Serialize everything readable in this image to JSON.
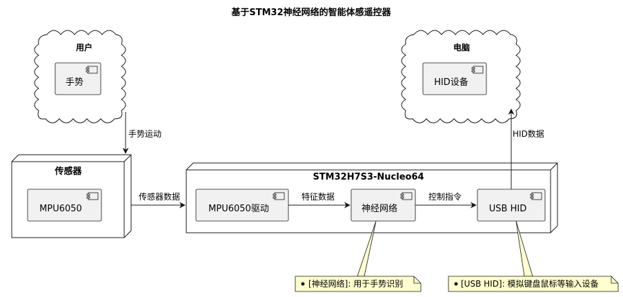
{
  "title": "基于STM32神经网络的智能体感遥控器",
  "clouds": {
    "user": {
      "label": "用户",
      "component": "手势"
    },
    "pc": {
      "label": "电脑",
      "component": "HID设备"
    }
  },
  "nodes": {
    "sensor": {
      "label": "传感器",
      "component": "MPU6050"
    },
    "board": {
      "label": "STM32H7S3-Nucleo64",
      "components": {
        "driver": "MPU6050驱动",
        "nn": "神经网络",
        "hid": "USB HID"
      }
    }
  },
  "edges": {
    "gesture_motion": "手势运动",
    "sensor_data": "传感器数据",
    "feature_data": "特征数据",
    "control_cmd": "控制指令",
    "hid_data": "HID数据"
  },
  "notes": {
    "nn": "[神经网络]: 用于手势识别",
    "hid": "[USB HID]: 模拟键盘鼠标等输入设备"
  },
  "colors": {
    "component_fill": "#f1f1f1",
    "note_fill": "#fefece",
    "stroke": "#181818"
  }
}
